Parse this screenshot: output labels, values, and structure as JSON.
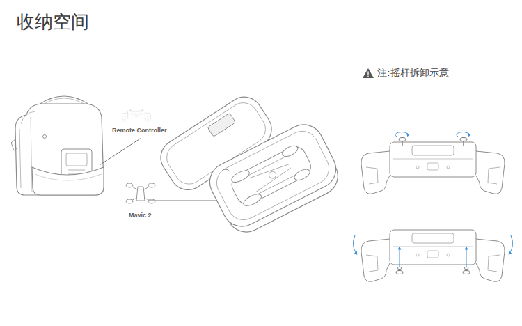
{
  "diagram": {
    "title": "收纳空间",
    "labels": [
      "Remote Controller",
      "Mavic 2",
      "注:摇杆拆卸示意"
    ]
  }
}
